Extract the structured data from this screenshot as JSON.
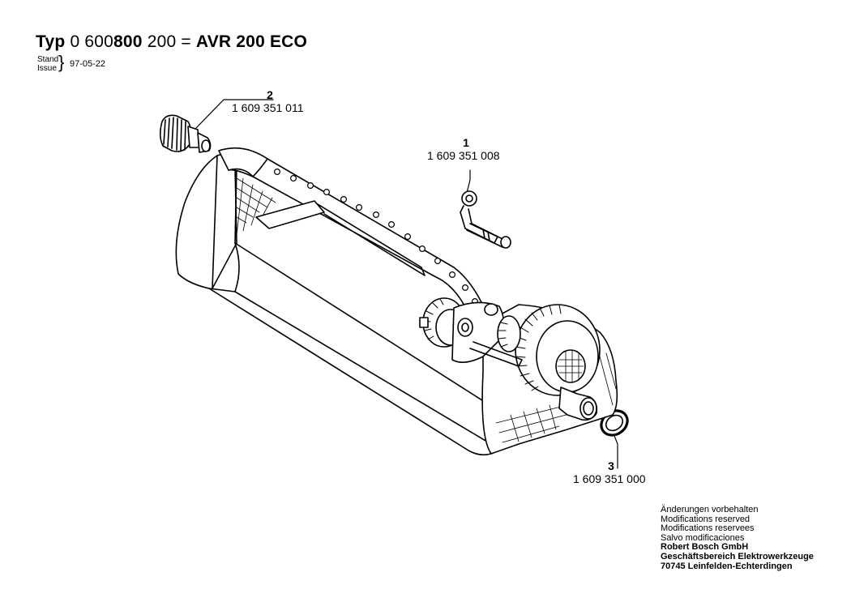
{
  "header": {
    "typ": "Typ",
    "n1": "0 600",
    "n2": "800",
    "n3": "200",
    "eq": "=",
    "model": "AVR 200 ECO",
    "stand": "Stand",
    "issue": "Issue",
    "date": "97-05-22"
  },
  "parts": [
    {
      "num": "1",
      "pn": "1 609 351 008"
    },
    {
      "num": "2",
      "pn": "1 609 351 011"
    },
    {
      "num": "3",
      "pn": "1 609 351 000"
    }
  ],
  "footer": {
    "lines": [
      "Änderungen vorbehalten",
      "Modifications reserved",
      "Modifications reservees",
      "Salvo modificaciones"
    ],
    "bold_lines": [
      "Robert Bosch GmbH",
      "Geschäftsbereich Elektrowerkzeuge",
      "70745 Leinfelden-Echterdingen"
    ]
  }
}
